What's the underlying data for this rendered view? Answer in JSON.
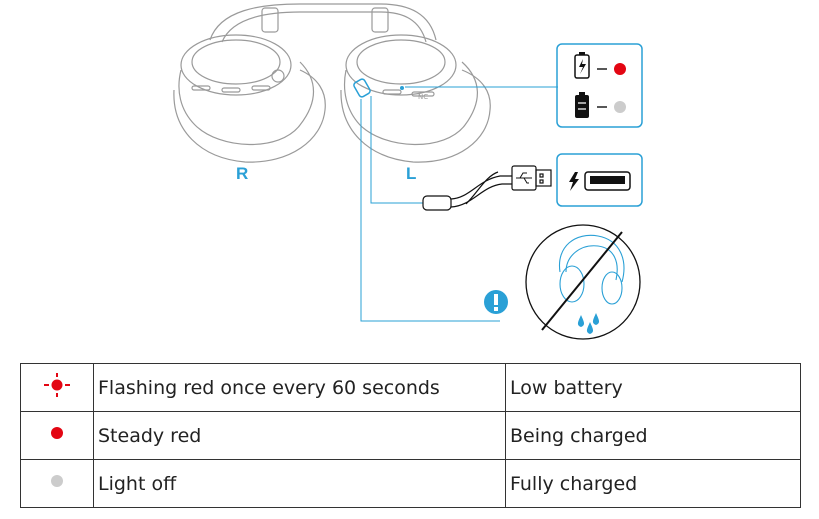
{
  "diagram": {
    "right_label": "R",
    "left_label": "L",
    "nc_label": "NC"
  },
  "colors": {
    "accent": "#2aa0d6",
    "indicator_red": "#e30613",
    "indicator_off": "#cccccc",
    "outline": "#9a9a9a"
  },
  "icons": [
    "battery-low-icon",
    "battery-full-icon",
    "lightning-icon",
    "usb-icon",
    "usb-plug-icon",
    "warning-icon",
    "water-drop-icon",
    "no-water-icon"
  ],
  "table": {
    "rows": [
      {
        "indicator": "flashing-red-led-icon",
        "description": "Flashing red once every 60 seconds",
        "status": "Low battery"
      },
      {
        "indicator": "red-led-icon",
        "description": "Steady red",
        "status": "Being charged"
      },
      {
        "indicator": "grey-led-icon",
        "description": "Light off",
        "status": "Fully charged"
      }
    ]
  }
}
